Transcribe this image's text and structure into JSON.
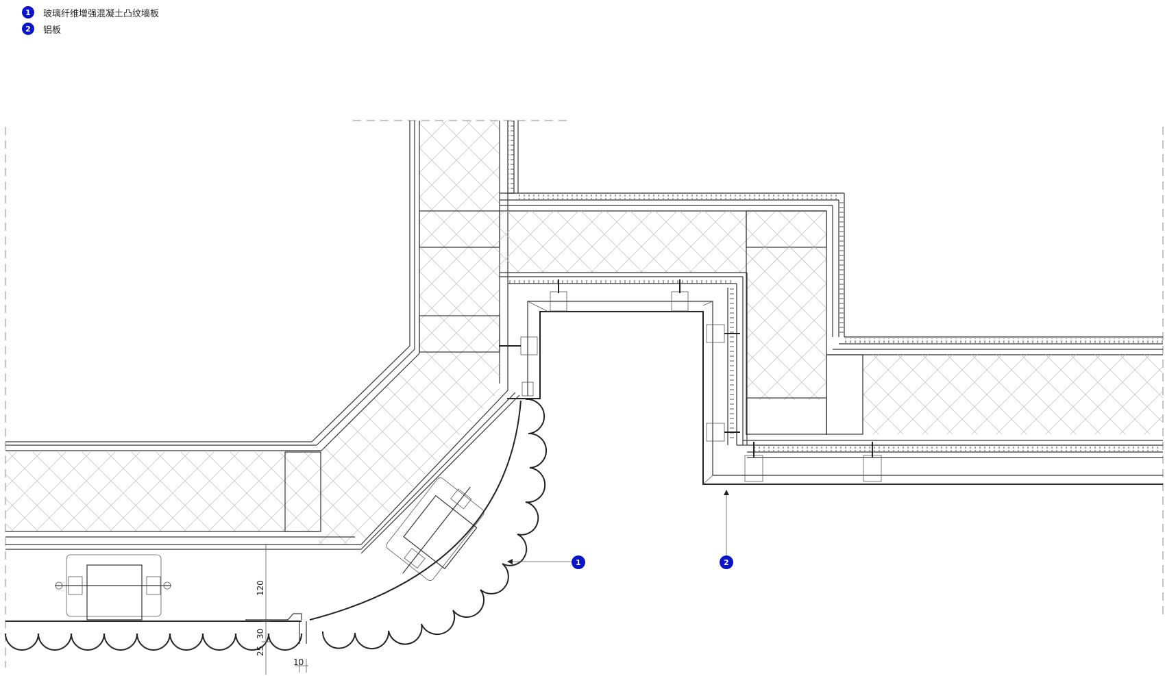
{
  "legend": {
    "items": [
      {
        "num": "1",
        "label": "玻璃纤维增强混凝土凸纹墙板"
      },
      {
        "num": "2",
        "label": "铝板"
      }
    ]
  },
  "callouts": {
    "one": "1",
    "two": "2"
  },
  "dimensions": {
    "d120": "120",
    "d30": "30",
    "d25": "25",
    "d10": "10"
  },
  "colors": {
    "callout_blue": "#0a14c8",
    "line": "#333333"
  }
}
